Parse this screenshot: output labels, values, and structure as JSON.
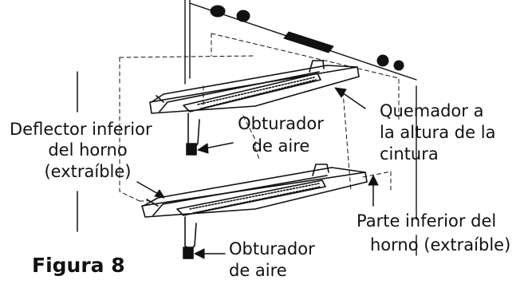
{
  "labels": {
    "deflector_line1": "Deflector inferior",
    "deflector_line2": "del horno",
    "deflector_line3": "(extraíble)",
    "obturador_top_line1": "Obturador",
    "obturador_top_line2": "de aire",
    "quemador_line1": "Quemador a",
    "quemador_line2": "la altura de la",
    "quemador_line3": "cintura",
    "parte_line1": "Parte inferior del",
    "parte_line2": "horno (extraíble)",
    "obturador_bottom_line1": "Obturador",
    "obturador_bottom_line2": "de aire"
  },
  "figure_caption": "Figura 8",
  "colors": {
    "ink": "#111111",
    "background": "#ffffff"
  }
}
